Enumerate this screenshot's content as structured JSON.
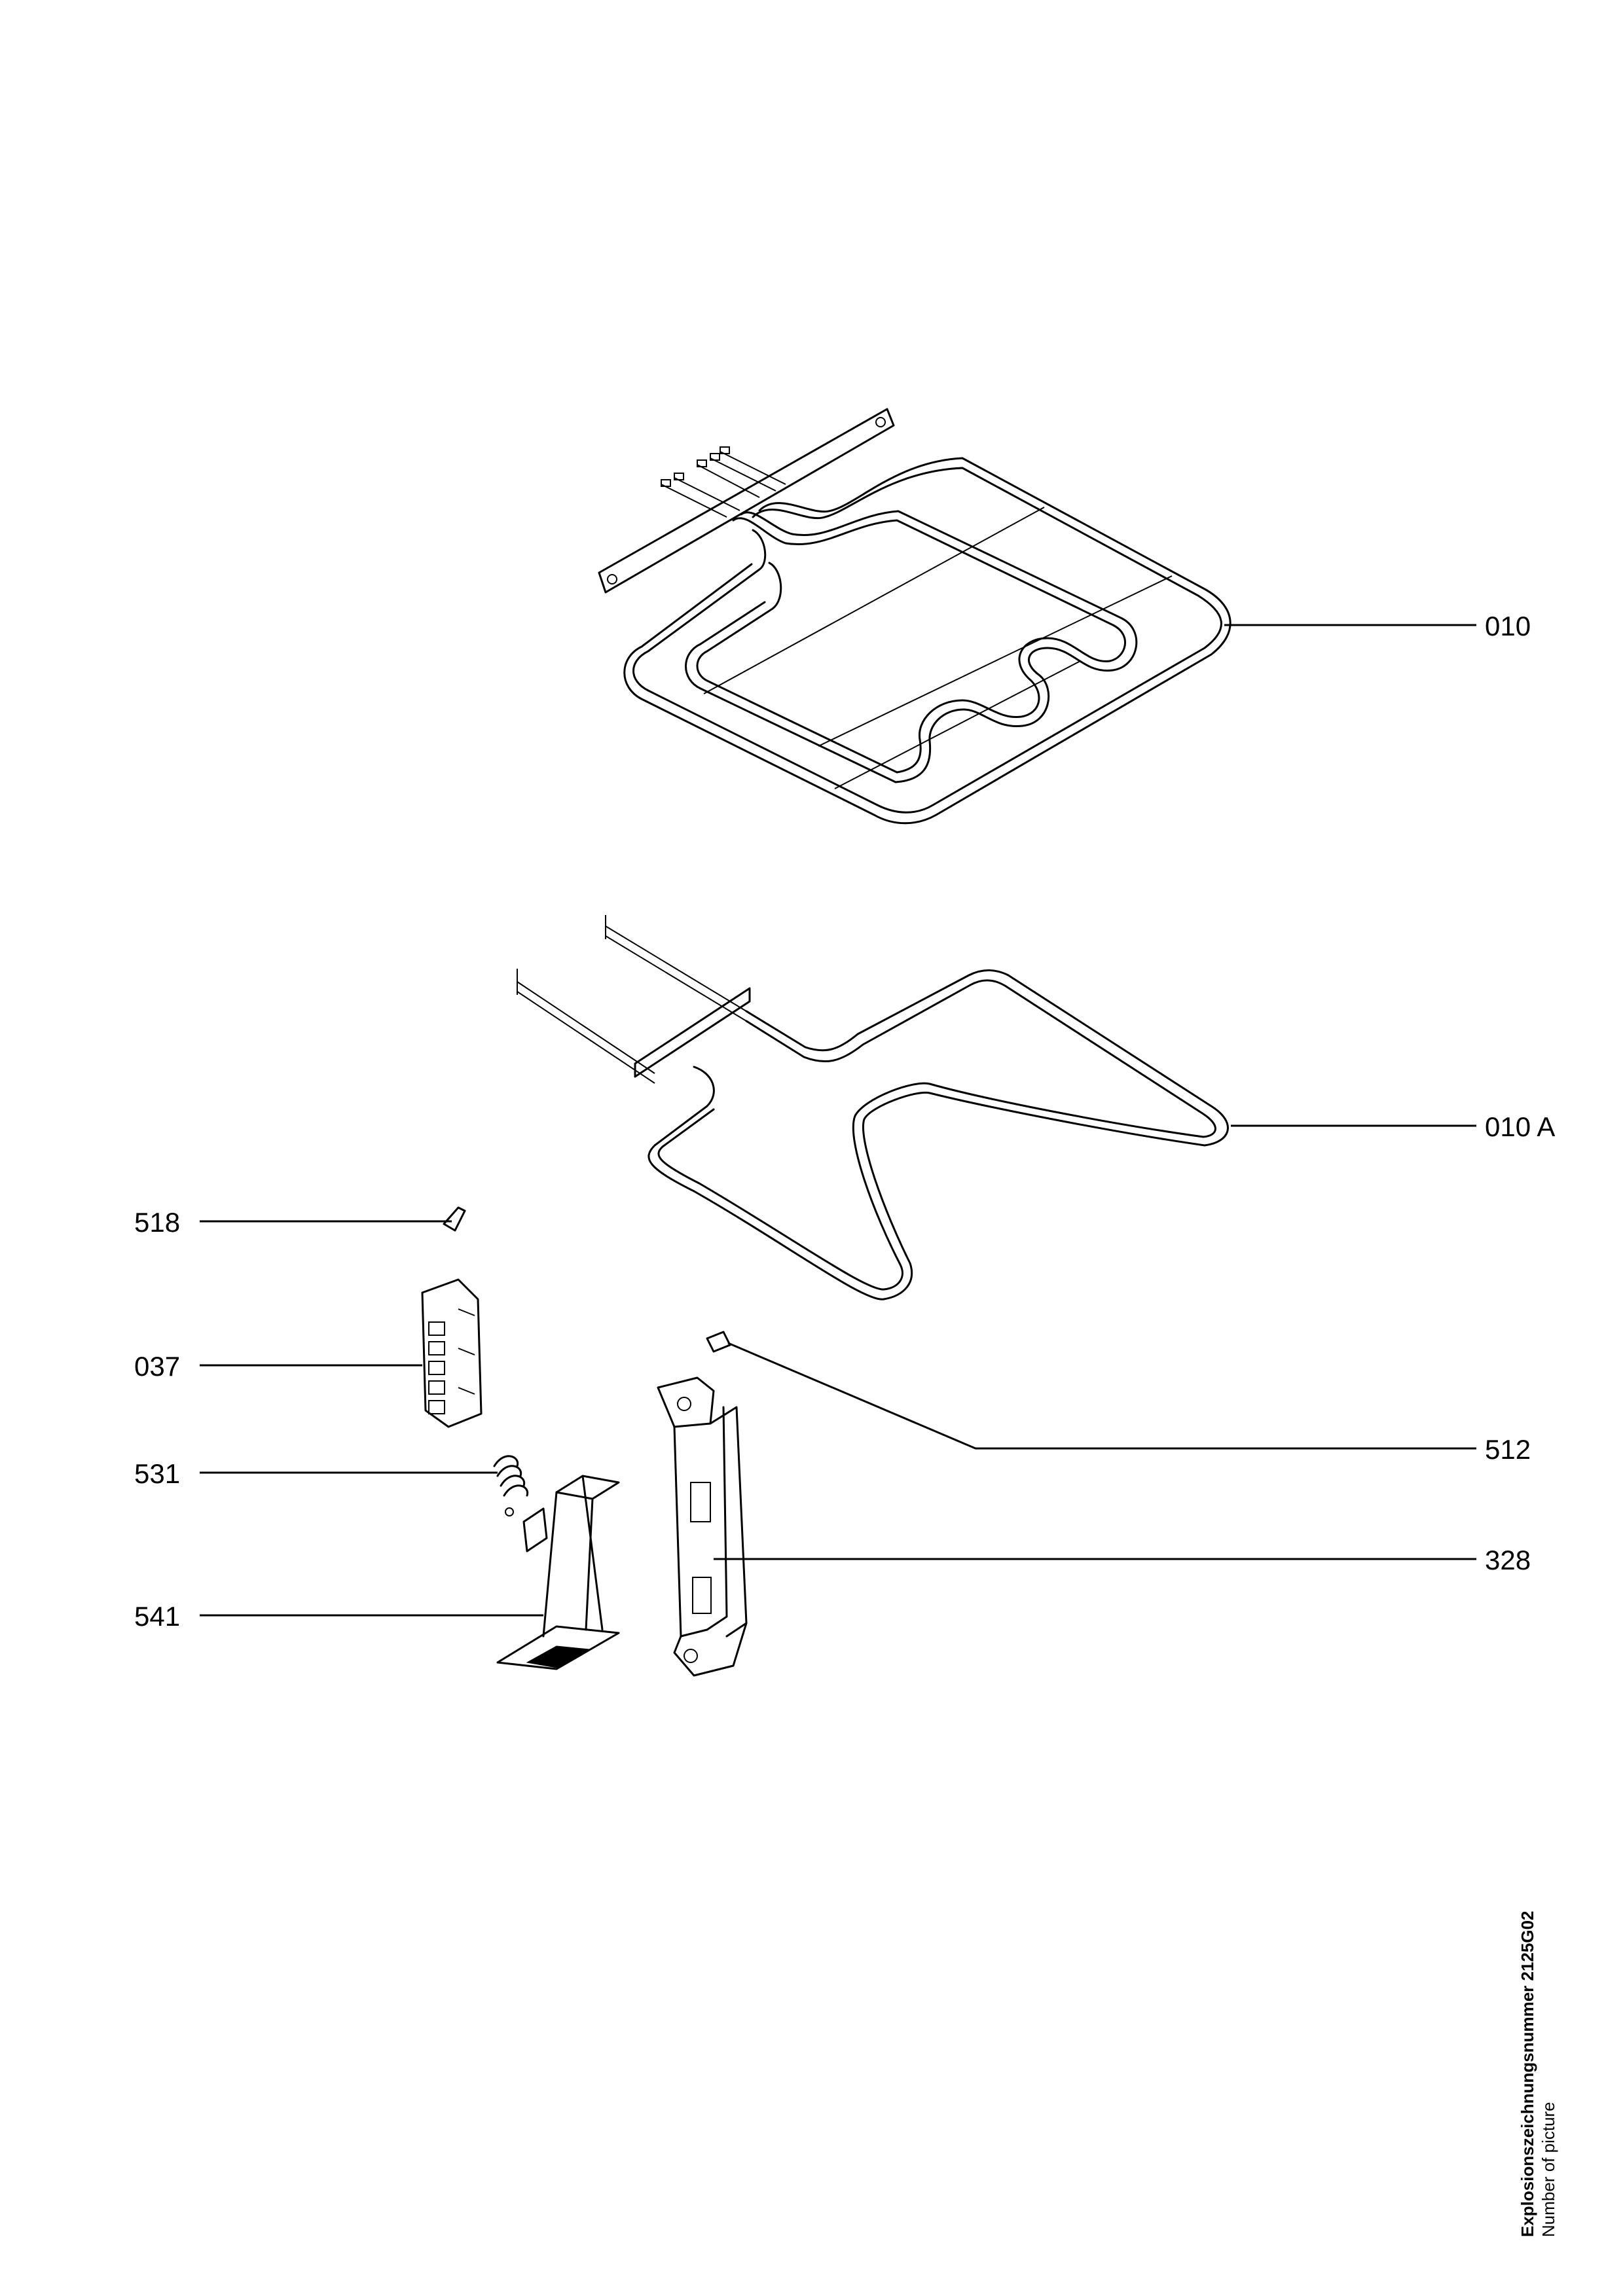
{
  "callouts": [
    {
      "id": "010"
    },
    {
      "id": "010 A"
    },
    {
      "id": "518"
    },
    {
      "id": "037"
    },
    {
      "id": "512"
    },
    {
      "id": "531"
    },
    {
      "id": "328"
    },
    {
      "id": "541"
    }
  ],
  "footer": {
    "drawing_number_label": "Explosionszeichnungsnummer",
    "drawing_number": "2125G02",
    "number_of_picture_label": "Number of picture"
  }
}
